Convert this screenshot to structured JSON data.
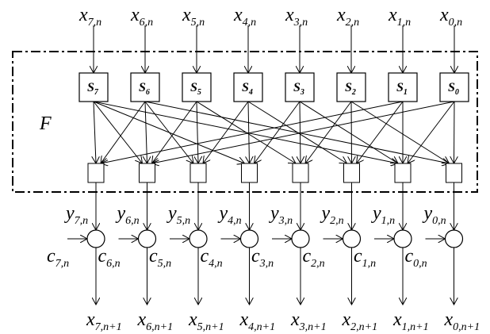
{
  "function_label": "F",
  "channels": [
    {
      "s_base": "S",
      "s_sub": "7",
      "x_base": "x",
      "x_in_sub": "7,n",
      "y_base": "y",
      "y_sub": "7,n",
      "c_base": "c",
      "c_sub": "7,n",
      "x_out_sub": "7,n+1"
    },
    {
      "s_base": "S",
      "s_sub": "6",
      "x_base": "x",
      "x_in_sub": "6,n",
      "y_base": "y",
      "y_sub": "6,n",
      "c_base": "c",
      "c_sub": "6,n",
      "x_out_sub": "6,n+1"
    },
    {
      "s_base": "S",
      "s_sub": "5",
      "x_base": "x",
      "x_in_sub": "5,n",
      "y_base": "y",
      "y_sub": "5,n",
      "c_base": "c",
      "c_sub": "5,n",
      "x_out_sub": "5,n+1"
    },
    {
      "s_base": "S",
      "s_sub": "4",
      "x_base": "x",
      "x_in_sub": "4,n",
      "y_base": "y",
      "y_sub": "4,n",
      "c_base": "c",
      "c_sub": "4,n",
      "x_out_sub": "4,n+1"
    },
    {
      "s_base": "S",
      "s_sub": "3",
      "x_base": "x",
      "x_in_sub": "3,n",
      "y_base": "y",
      "y_sub": "3,n",
      "c_base": "c",
      "c_sub": "3,n",
      "x_out_sub": "3,n+1"
    },
    {
      "s_base": "S",
      "s_sub": "2",
      "x_base": "x",
      "x_in_sub": "2,n",
      "y_base": "y",
      "y_sub": "2,n",
      "c_base": "c",
      "c_sub": "2,n",
      "x_out_sub": "2,n+1"
    },
    {
      "s_base": "S",
      "s_sub": "1",
      "x_base": "x",
      "x_in_sub": "1,n",
      "y_base": "y",
      "y_sub": "1,n",
      "c_base": "c",
      "c_sub": "1,n",
      "x_out_sub": "1,n+1"
    },
    {
      "s_base": "S",
      "s_sub": "0",
      "x_base": "x",
      "x_in_sub": "0,n",
      "y_base": "y",
      "y_sub": "0,n",
      "c_base": "c",
      "c_sub": "0,n",
      "x_out_sub": "0,n+1"
    }
  ]
}
